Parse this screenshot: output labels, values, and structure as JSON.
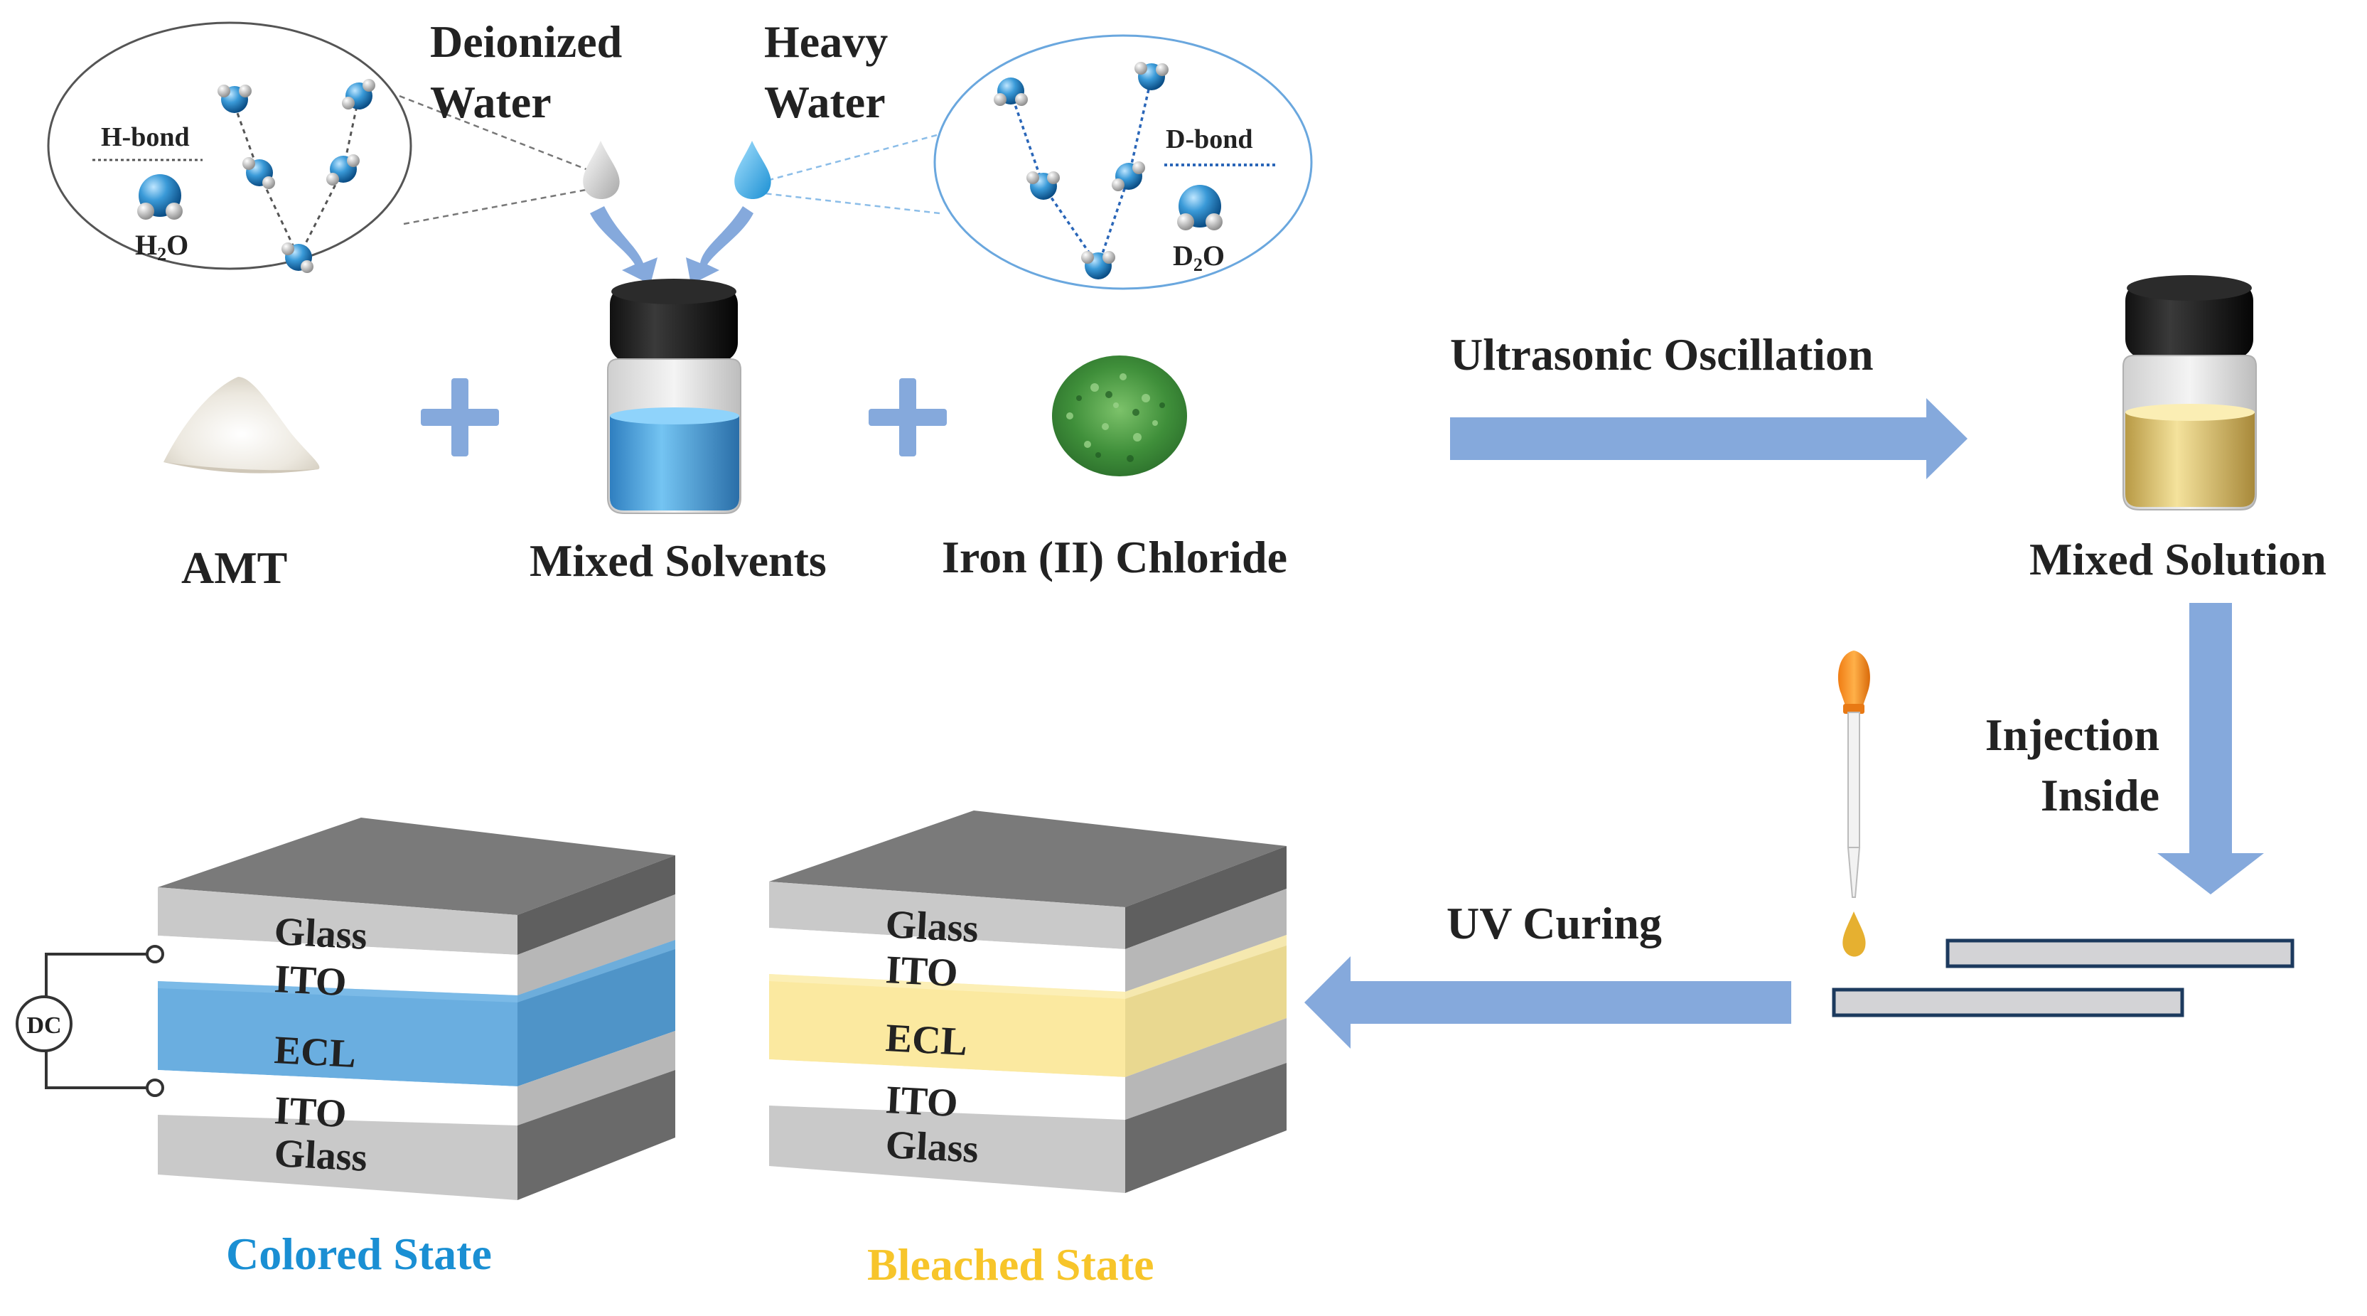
{
  "labels": {
    "deionized_water": [
      "Deionized",
      "Water"
    ],
    "heavy_water": [
      "Heavy",
      "Water"
    ],
    "h_bond": "H-bond",
    "d_bond": "D-bond",
    "h2o": {
      "main": "H",
      "sub": "2",
      "end": "O"
    },
    "d2o": {
      "main": "D",
      "sub": "2",
      "end": "O"
    },
    "amt": "AMT",
    "mixed_solvents": "Mixed Solvents",
    "iron_chloride": "Iron (II) Chloride",
    "ultrasonic": "Ultrasonic Oscillation",
    "mixed_solution": "Mixed Solution",
    "injection": [
      "Injection",
      "Inside"
    ],
    "uv_curing": "UV Curing",
    "dc": "DC",
    "colored_state": "Colored State",
    "bleached_state": "Bleached State"
  },
  "device_layers": {
    "colored": [
      "Glass",
      "ITO",
      "ECL",
      "ITO",
      "Glass"
    ],
    "bleached": [
      "Glass",
      "ITO",
      "ECL",
      "ITO",
      "Glass"
    ]
  },
  "colors": {
    "arrow": "#85a9dc",
    "plus": "#85a9dc",
    "molecule": "#2f8fd0",
    "colored_state_text": "#1a8fd3",
    "bleached_state_text": "#f7c52a",
    "ecl_colored": "#6aaee0",
    "ecl_bleached": "#fbe9a0",
    "solvent_liquid": "#5ab4ea",
    "solution_liquid": "#f3dc8f"
  }
}
